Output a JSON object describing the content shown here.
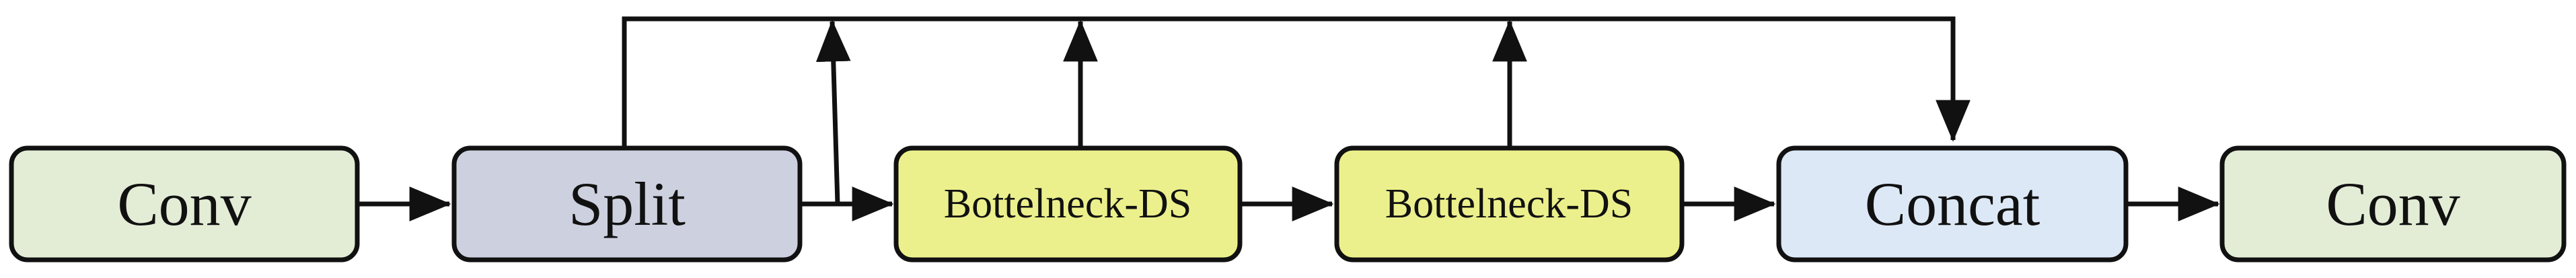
{
  "diagram": {
    "nodes": [
      {
        "id": "conv1",
        "label": "Conv",
        "color": "#e3edd6"
      },
      {
        "id": "split",
        "label": "Split",
        "color": "#cdd0de"
      },
      {
        "id": "bottleneck1",
        "label": "Bottelneck-DS",
        "color": "#ebf08c"
      },
      {
        "id": "bottleneck2",
        "label": "Bottelneck-DS",
        "color": "#ebf08c"
      },
      {
        "id": "concat",
        "label": "Concat",
        "color": "#dce8f5"
      },
      {
        "id": "conv2",
        "label": "Conv",
        "color": "#e3edd6"
      }
    ],
    "edges": [
      {
        "from": "conv1",
        "to": "split"
      },
      {
        "from": "split",
        "to": "bottleneck1"
      },
      {
        "from": "bottleneck1",
        "to": "bottleneck2"
      },
      {
        "from": "bottleneck2",
        "to": "concat"
      },
      {
        "from": "concat",
        "to": "conv2"
      },
      {
        "from": "split",
        "to": "concat",
        "type": "skip"
      },
      {
        "from": "split",
        "to": "concat",
        "type": "skip"
      },
      {
        "from": "bottleneck1",
        "to": "concat",
        "type": "skip"
      },
      {
        "from": "bottleneck2",
        "to": "concat",
        "type": "skip"
      }
    ],
    "colors": {
      "stroke": "#111111",
      "background": "#ffffff"
    }
  }
}
